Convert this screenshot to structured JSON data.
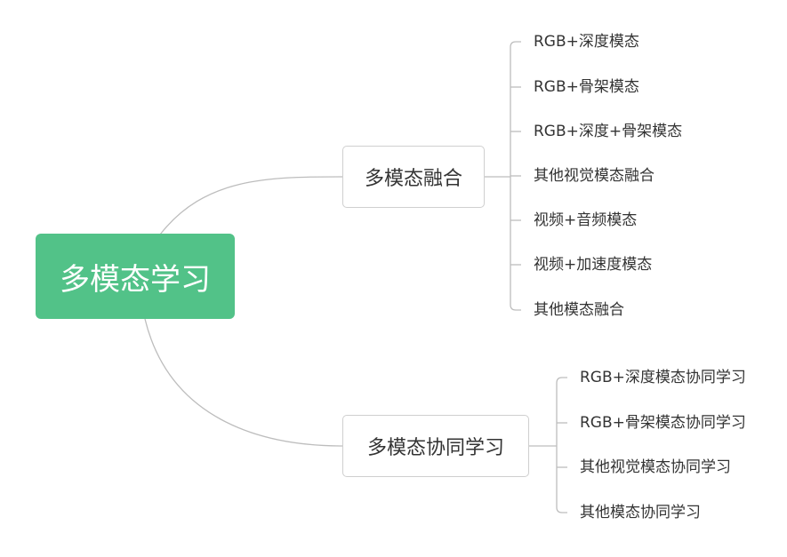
{
  "root": {
    "label": "多模态学习",
    "color": "#52c288"
  },
  "branches": [
    {
      "label": "多模态融合",
      "children": [
        "RGB+深度模态",
        "RGB+骨架模态",
        "RGB+深度+骨架模态",
        "其他视觉模态融合",
        "视频+音频模态",
        "视频+加速度模态",
        "其他模态融合"
      ]
    },
    {
      "label": "多模态协同学习",
      "children": [
        "RGB+深度模态协同学习",
        "RGB+骨架模态协同学习",
        "其他视觉模态协同学习",
        "其他模态协同学习"
      ]
    }
  ]
}
